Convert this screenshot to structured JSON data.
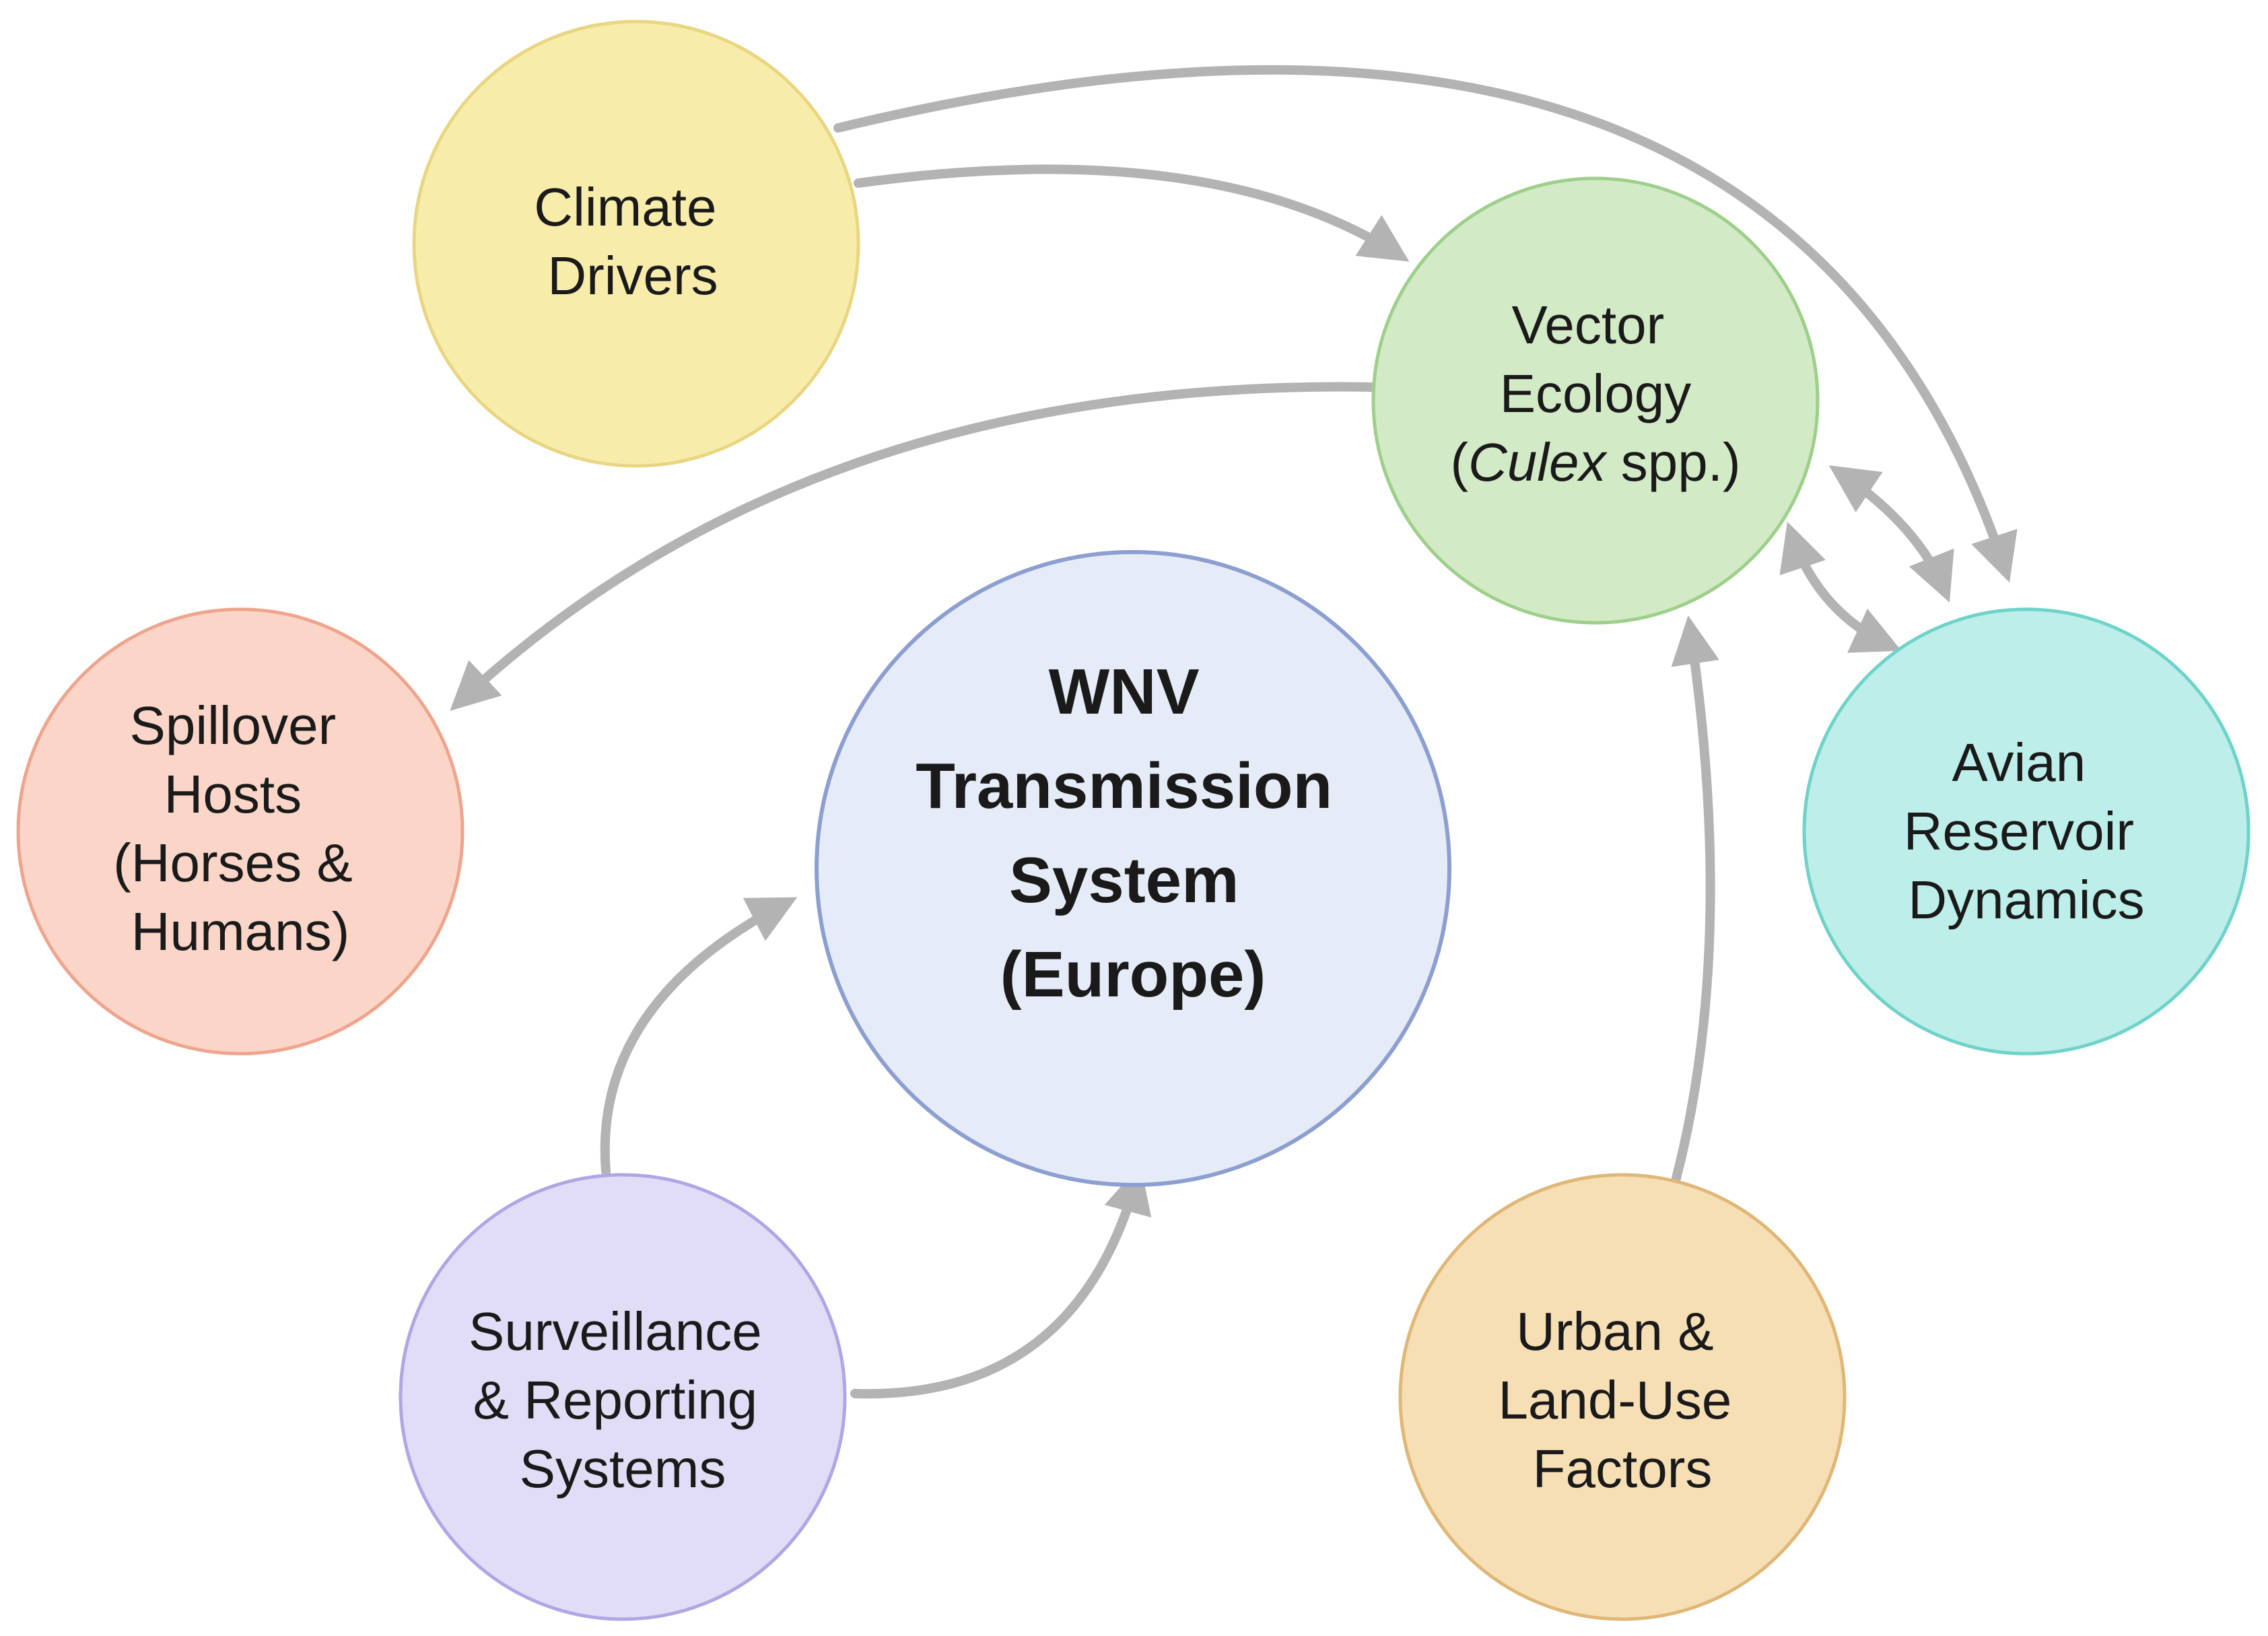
{
  "colors": {
    "arrow": "#b3b3b3",
    "text": "#1a1a1a"
  },
  "nodes": {
    "climate": {
      "lines": [
        "Climate",
        "Drivers"
      ],
      "fill": "#f8ecab",
      "stroke": "#e8d683"
    },
    "vector": {
      "lines": [
        "Vector",
        "Ecology"
      ],
      "line3_prefix": "(",
      "line3_italic": "Culex",
      "line3_suffix": " spp.)",
      "fill": "#d3eac6",
      "stroke": "#9ecf8b"
    },
    "spillover": {
      "lines": [
        "Spillover",
        "Hosts",
        "(Horses &",
        "Humans)"
      ],
      "fill": "#fbd6c8",
      "stroke": "#efa48e"
    },
    "central": {
      "lines": [
        "WNV",
        "Transmission",
        "System",
        "(Europe)"
      ],
      "fill": "#e6ecf7",
      "stroke": "#8d9fd0"
    },
    "avian": {
      "lines": [
        "Avian",
        "Reservoir",
        "Dynamics"
      ],
      "fill": "#bdeeea",
      "stroke": "#6fd3c9"
    },
    "surveillance": {
      "lines": [
        "Surveillance",
        "& Reporting",
        "Systems"
      ],
      "fill": "#e2ddf6",
      "stroke": "#b1a6e4"
    },
    "urban": {
      "lines": [
        "Urban &",
        "Land-Use",
        "Factors"
      ],
      "fill": "#f7dfb5",
      "stroke": "#dfb777"
    }
  }
}
